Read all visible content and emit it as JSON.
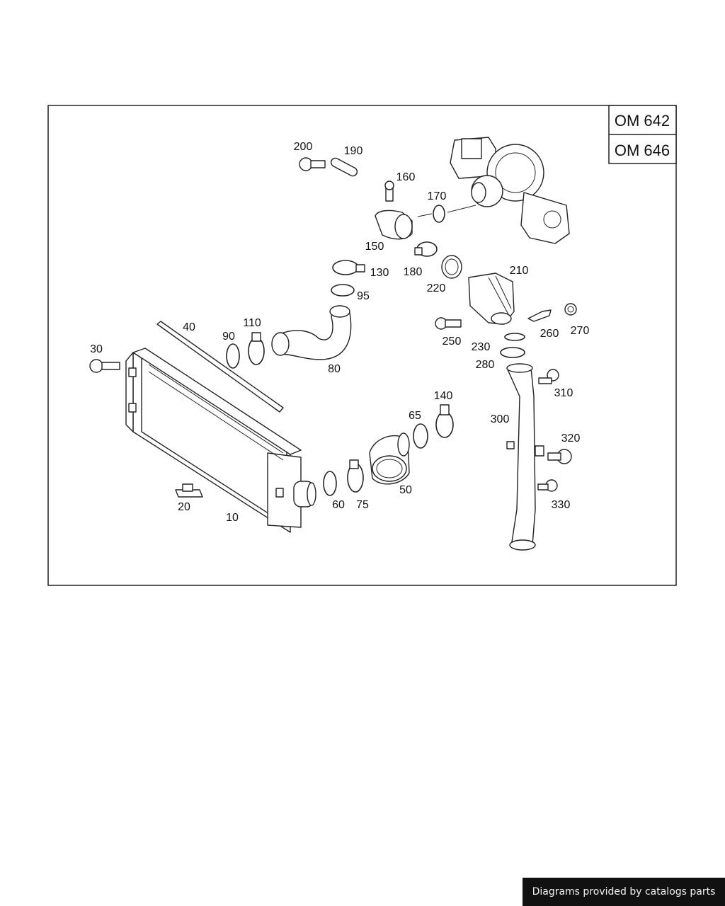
{
  "engine_codes": [
    "OM 642",
    "OM 646"
  ],
  "parts": [
    "10",
    "20",
    "30",
    "40",
    "50",
    "60",
    "65",
    "75",
    "80",
    "90",
    "95",
    "110",
    "130",
    "140",
    "150",
    "160",
    "170",
    "180",
    "190",
    "200",
    "210",
    "220",
    "230",
    "250",
    "260",
    "270",
    "280",
    "300",
    "310",
    "320",
    "330"
  ],
  "footer": {
    "credit": "Diagrams provided by catalogs parts"
  }
}
